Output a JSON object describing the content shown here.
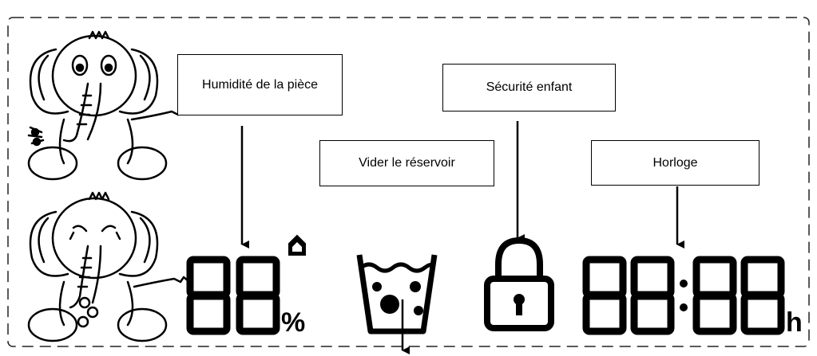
{
  "labels": {
    "humidity": "Humidité de la pièce",
    "child_lock": "Sécurité enfant",
    "empty_tank": "Vider le réservoir",
    "clock": "Horloge"
  },
  "display": {
    "humidity_digits": "88",
    "percent_symbol": "%",
    "clock_digits": "88:88",
    "hour_suffix": "h"
  },
  "icons": {
    "happy_elephant": "happy-elephant-icon",
    "sad_elephant": "sad-elephant-icon",
    "water_drop": "water-drop-icon",
    "water_tank": "water-tank-icon",
    "padlock": "padlock-icon"
  },
  "colors": {
    "ink": "#000000",
    "panel": "#ffffff"
  }
}
